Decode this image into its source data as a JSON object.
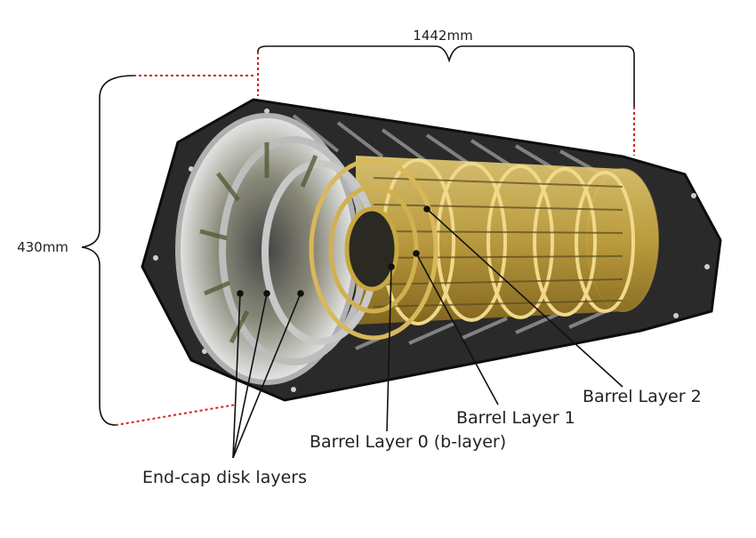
{
  "dimensions": {
    "length": "1442mm",
    "diameter": "430mm"
  },
  "labels": {
    "barrel_layer_2": "Barrel Layer 2",
    "barrel_layer_1": "Barrel Layer 1",
    "barrel_layer_0": "Barrel Layer 0 (b-layer)",
    "endcap_disks": "End-cap disk layers"
  },
  "colors": {
    "frame": "#1c1c1c",
    "gold": "#c9a640",
    "disk": "#d8d8d8",
    "leader": "#111111",
    "dim_dash": "#d32222"
  }
}
